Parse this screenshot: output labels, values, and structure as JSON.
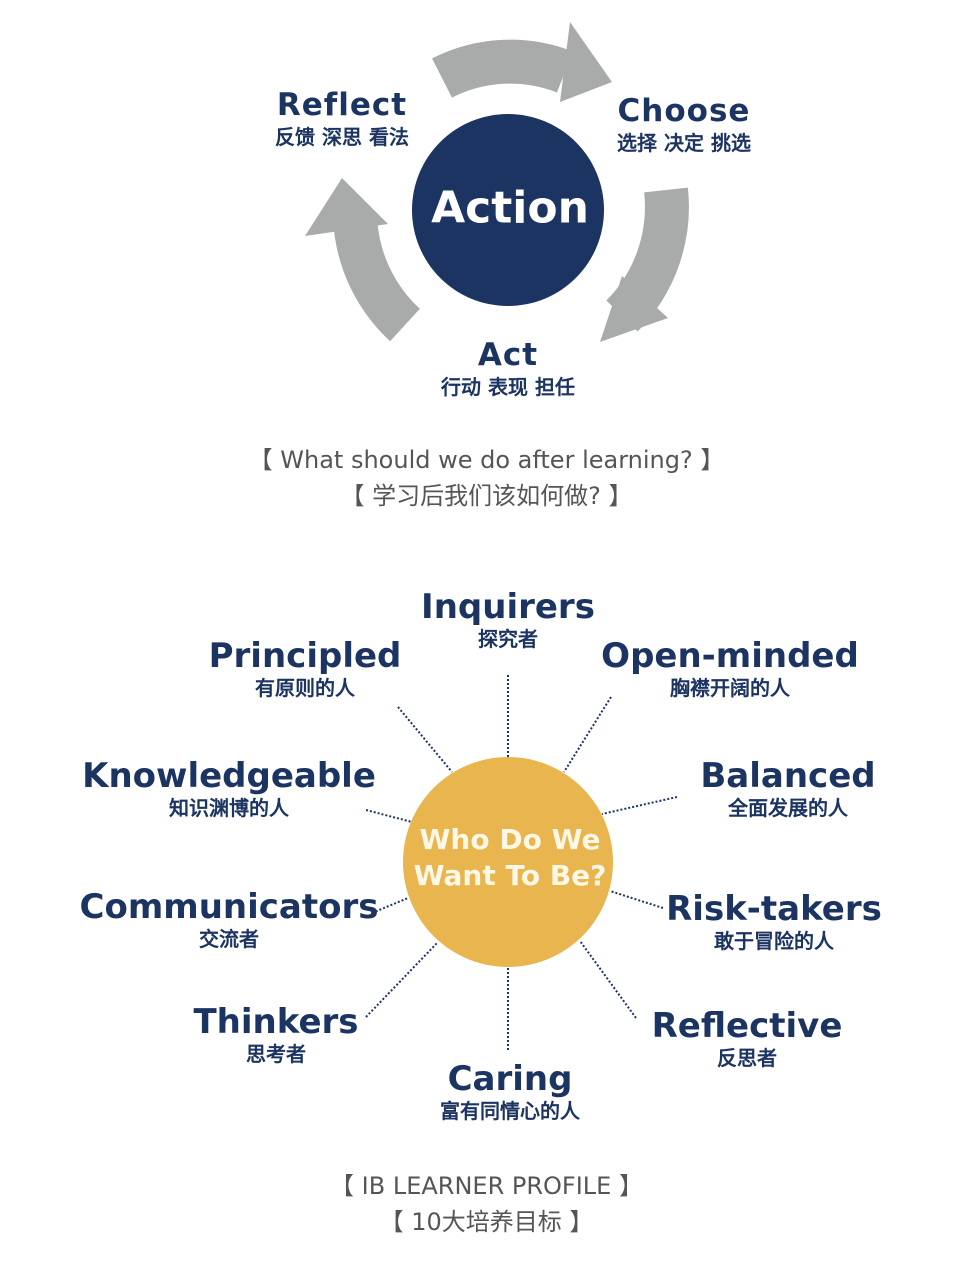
{
  "action_cycle": {
    "center": "Action",
    "steps": [
      {
        "en": "Reflect",
        "zh": "反馈 深思 看法"
      },
      {
        "en": "Choose",
        "zh": "选择 决定 挑选"
      },
      {
        "en": "Act",
        "zh": "行动 表现 担任"
      }
    ],
    "caption_en": "【 What should we do after learning? 】",
    "caption_zh": "【 学习后我们该如何做? 】"
  },
  "learner_profile": {
    "center_line1": "Who Do We",
    "center_line2": "Want To Be?",
    "attributes": [
      {
        "en": "Inquirers",
        "zh": "探究者"
      },
      {
        "en": "Open-minded",
        "zh": "胸襟开阔的人"
      },
      {
        "en": "Balanced",
        "zh": "全面发展的人"
      },
      {
        "en": "Risk-takers",
        "zh": "敢于冒险的人"
      },
      {
        "en": "Reflective",
        "zh": "反思者"
      },
      {
        "en": "Caring",
        "zh": "富有同情心的人"
      },
      {
        "en": "Thinkers",
        "zh": "思考者"
      },
      {
        "en": "Communicators",
        "zh": "交流者"
      },
      {
        "en": "Knowledgeable",
        "zh": "知识渊博的人"
      },
      {
        "en": "Principled",
        "zh": "有原则的人"
      }
    ],
    "caption_en": "【 IB LEARNER PROFILE 】",
    "caption_zh": "【 10大培养目标 】"
  },
  "colors": {
    "navy": "#1c3462",
    "gold": "#e8b54f",
    "arrow": "#a9abab"
  }
}
